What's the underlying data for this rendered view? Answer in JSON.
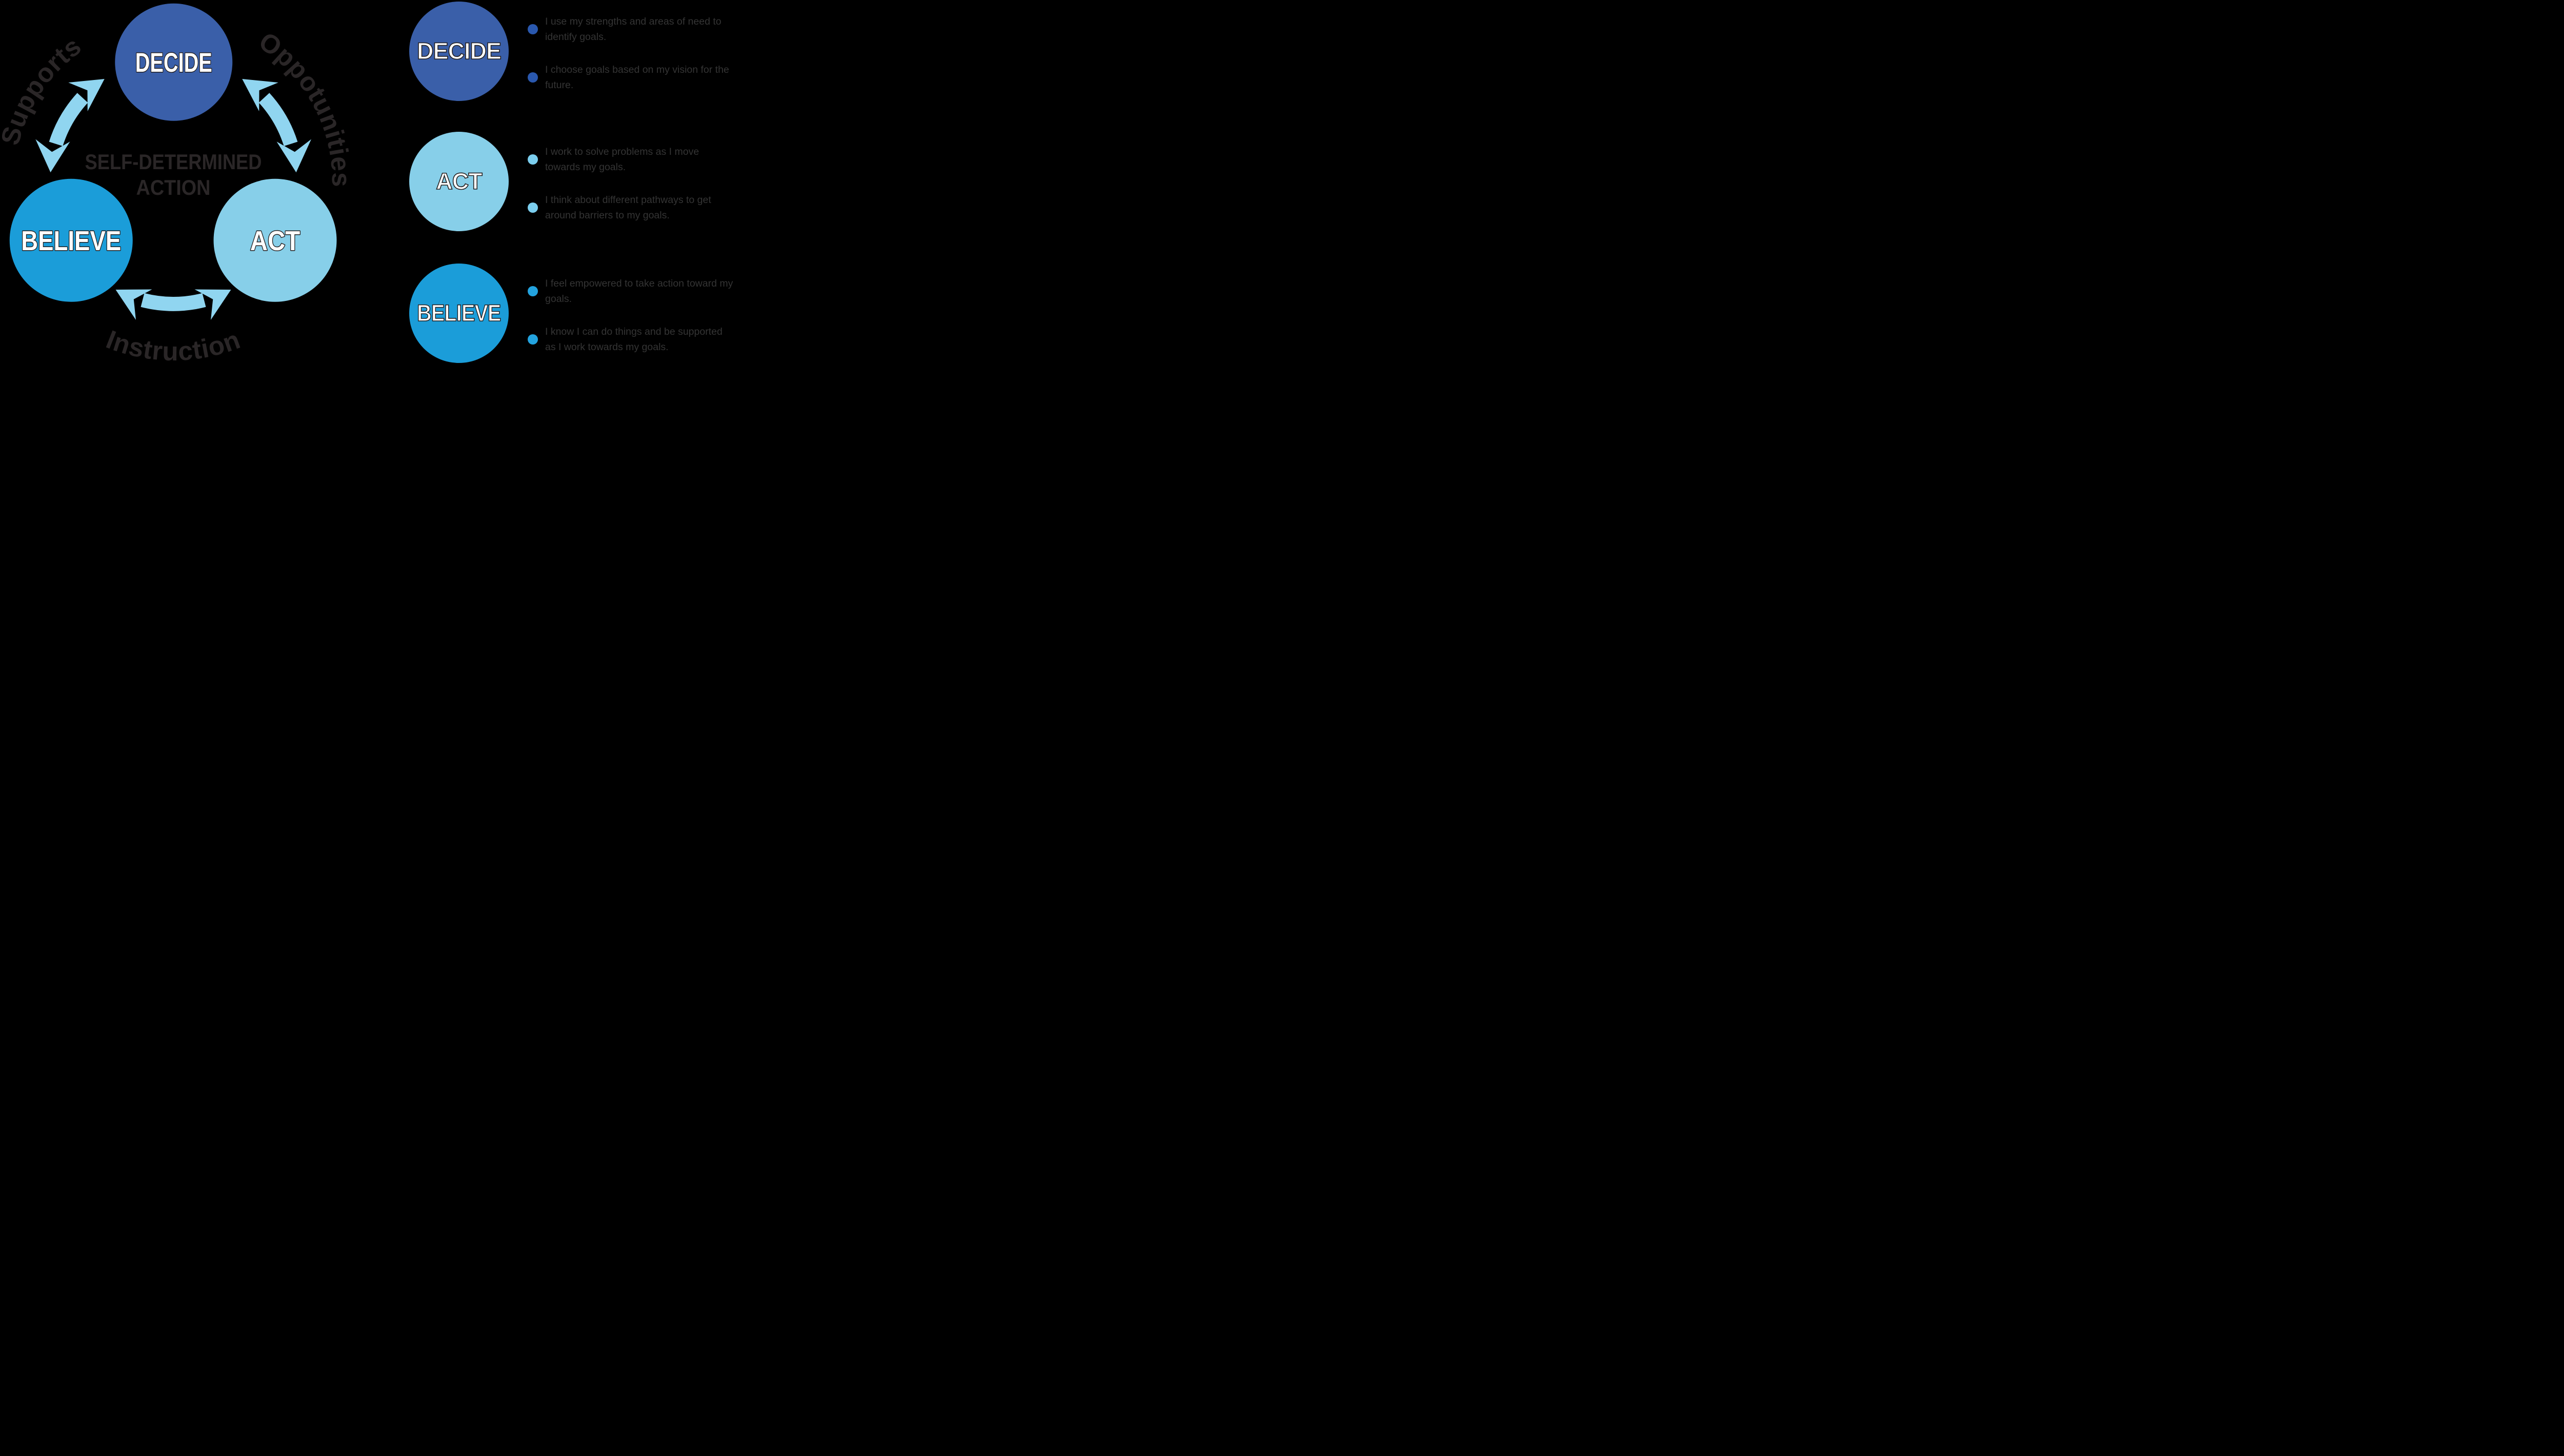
{
  "colors": {
    "background": "#000000",
    "decide": "#3A5FA9",
    "believe": "#1B9DD9",
    "act": "#87CFE9",
    "arrow": "#90D5F0",
    "dark_text": "#2A2627",
    "body_text": "#343434",
    "label_fill": "#FFFFFF",
    "bullet_decide": "#2A58AE",
    "bullet_act": "#7BCEEE",
    "bullet_believe": "#23A3DF"
  },
  "diagram": {
    "center": {
      "line1": "SELF-DETERMINED",
      "line2": "ACTION"
    },
    "curved": {
      "left": "Supports",
      "right": "Oppotunities",
      "bottom": "Instruction"
    },
    "nodes": {
      "decide": "DECIDE",
      "act": "ACT",
      "believe": "BELIEVE"
    }
  },
  "legend": {
    "rows": [
      {
        "id": "decide",
        "label": "DECIDE",
        "bullets": [
          "I use my strengths and areas of need to identify goals.",
          "I choose goals based on my vision for the future."
        ]
      },
      {
        "id": "act",
        "label": "ACT",
        "bullets": [
          "I work to solve problems as I move towards my goals.",
          "I think about different pathways to get around barriers to my goals."
        ]
      },
      {
        "id": "believe",
        "label": "BELIEVE",
        "bullets": [
          "I feel empowered to take action toward my goals.",
          "I know I can do things and be supported as I work towards my goals."
        ]
      }
    ]
  }
}
